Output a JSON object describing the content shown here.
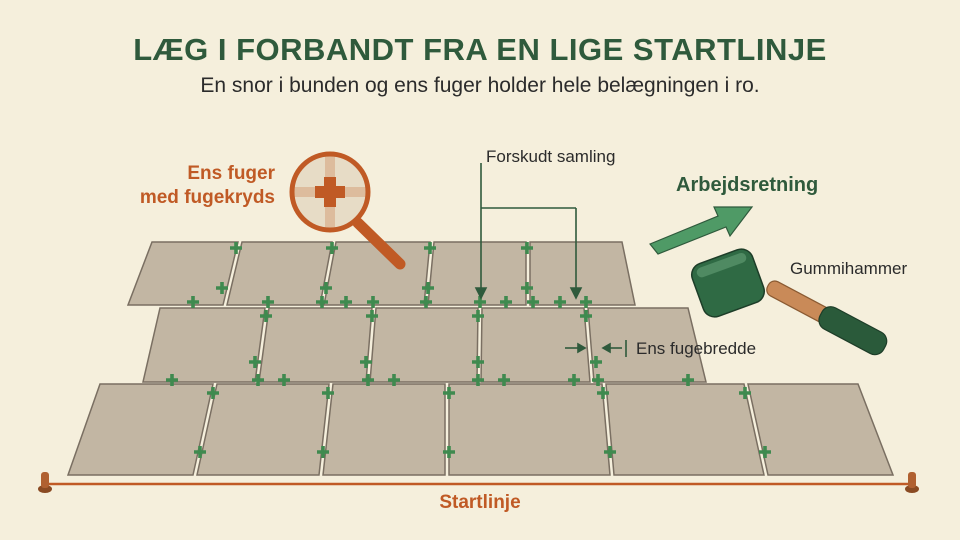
{
  "title": "LÆG I FORBANDT FRA EN LIGE STARTLINJE",
  "subtitle": "En snor i bunden og ens fuger holder hele belægningen i ro.",
  "labels": {
    "fugekryds_line1": "Ens fuger",
    "fugekryds_line2": "med fugekryds",
    "forskudt": "Forskudt samling",
    "arbejdsretning": "Arbejdsretning",
    "gummihammer": "Gummihammer",
    "fugebredde": "Ens fugebredde",
    "startlinje": "Startlinje"
  },
  "colors": {
    "background": "#f5efdc",
    "tile": "#c2b6a3",
    "tile_edge": "#7a6f62",
    "spacer": "#3f8a4f",
    "accent_green": "#2f5a3c",
    "accent_orange": "#c05a25"
  },
  "icons": {
    "magnifier": "magnifier-icon",
    "arrow": "direction-arrow-icon",
    "hammer": "rubber-mallet-icon"
  }
}
